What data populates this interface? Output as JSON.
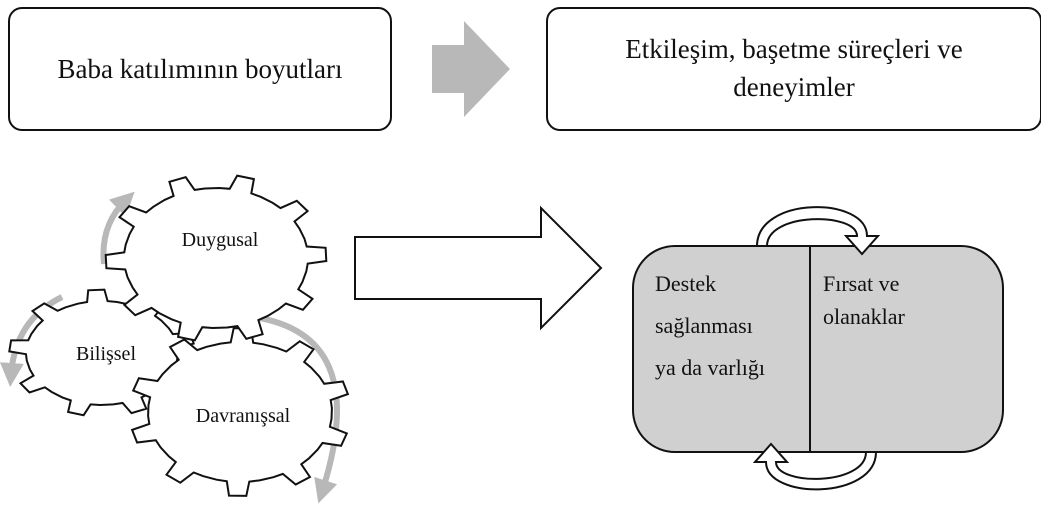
{
  "header": {
    "left_box": "Baba katılımının boyutları",
    "right_box": "Etkileşim, başetme süreçleri ve deneyimler"
  },
  "gears": {
    "top": "Duygusal",
    "left": "Bilişsel",
    "bottom": "Davranışsal"
  },
  "panel": {
    "left_lines": [
      "Destek",
      "sağlanması",
      "ya da varlığı"
    ],
    "right_lines": [
      "Fırsat ve",
      "olanaklar"
    ]
  },
  "colors": {
    "panel_fill": "#d0d0d0",
    "accent_arrow": "#b8b8b8",
    "stroke": "#111111"
  }
}
